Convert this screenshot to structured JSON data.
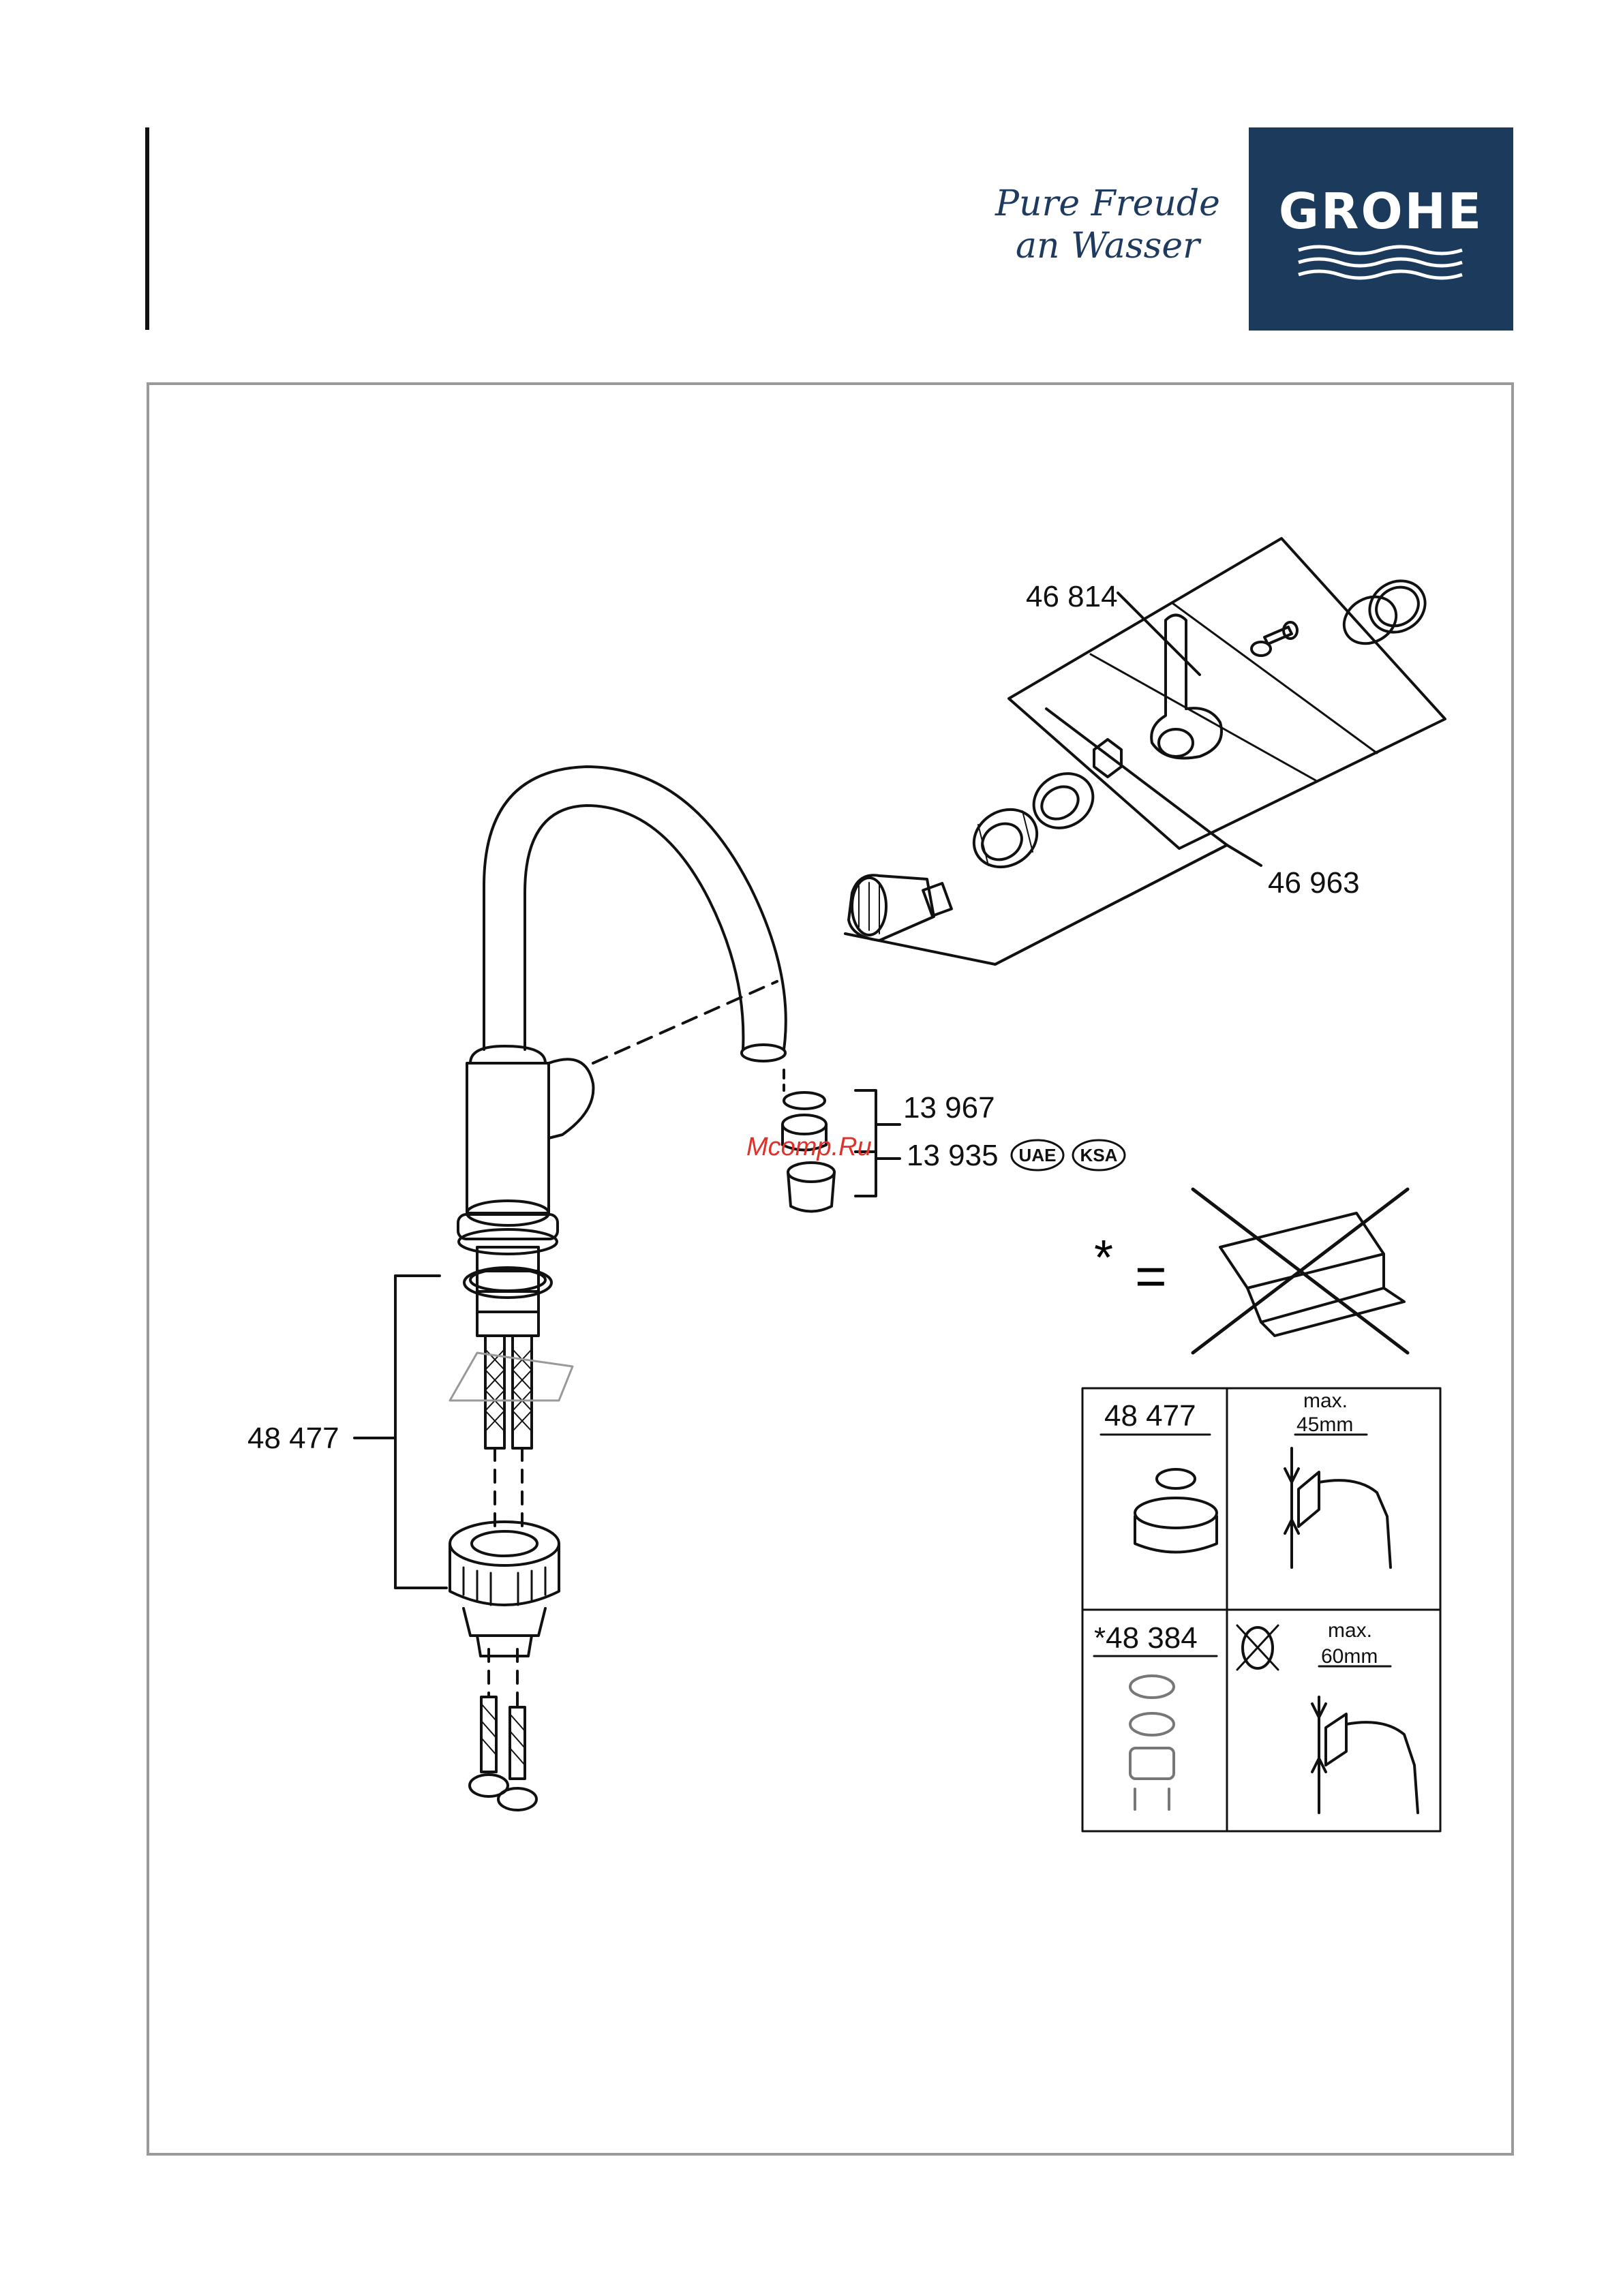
{
  "header": {
    "tagline_line1": "Pure Freude",
    "tagline_line2": "an Wasser",
    "brand": "GROHE"
  },
  "parts": {
    "lever_kit": "46 814",
    "cartridge_kit": "46 963",
    "seal": "13 967",
    "aerator": "13 935",
    "badge_uae": "UAE",
    "badge_ksa": "KSA",
    "fixing_set": "48 477"
  },
  "watermark": "Mcomp.Ru",
  "note": {
    "asterisk": "*",
    "equals": "="
  },
  "table": {
    "cell1_part": "48 477",
    "cell2_max": "max.",
    "cell2_dim": "45mm",
    "cell3_part": "*48 384",
    "cell4_max": "max.",
    "cell4_dim": "60mm"
  },
  "colors": {
    "brand_blue": "#1b3a5c",
    "watermark_red": "#e0302a",
    "frame_gray": "#9a9a9a"
  }
}
